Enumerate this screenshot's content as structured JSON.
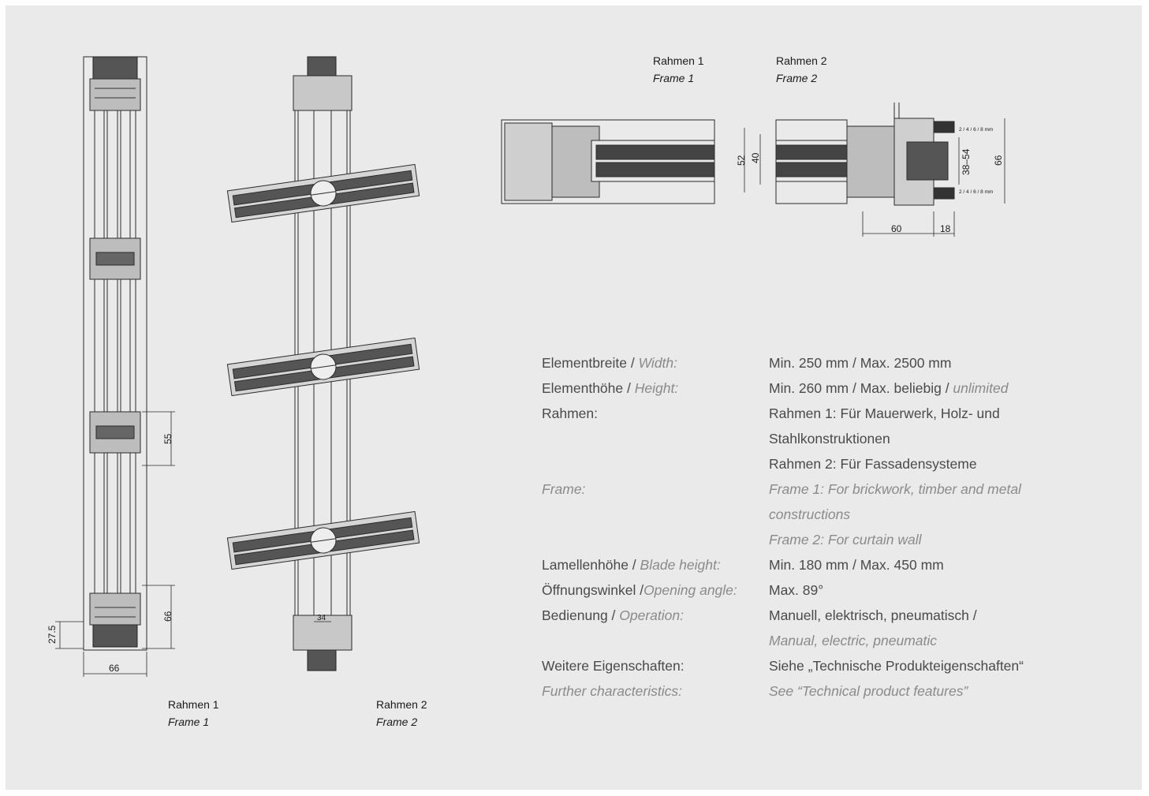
{
  "captions": {
    "left_frame1": {
      "de": "Rahmen 1",
      "en": "Frame 1"
    },
    "left_frame2": {
      "de": "Rahmen 2",
      "en": "Frame 2"
    },
    "top_frame1": {
      "de": "Rahmen 1",
      "en": "Frame 1"
    },
    "top_frame2": {
      "de": "Rahmen 2",
      "en": "Frame 2"
    }
  },
  "dimensions": {
    "vertical_55": "55",
    "vertical_66": "66",
    "vertical_27_5": "27.5",
    "horizontal_66": "66",
    "slat_34": "34",
    "h_52": "52",
    "h_40": "40",
    "h_38_54": "38–54",
    "h_66": "66",
    "h_60": "60",
    "h_18": "18",
    "gasket_top": "2 / 4 / 6 / 8 mm",
    "gasket_bottom": "2 / 4 / 6 / 8 mm"
  },
  "specs": {
    "width": {
      "label_de": "Elementbreite / ",
      "label_en": "Width:",
      "value": "Min. 250 mm / Max. 2500 mm"
    },
    "height": {
      "label_de": "Elementhöhe / ",
      "label_en": "Height:",
      "value": "Min. 260 mm / Max. beliebig / ",
      "value_en": "unlimited"
    },
    "frame_de": {
      "label": "Rahmen:",
      "line1": "Rahmen 1: Für Mauerwerk, Holz- und",
      "line2": "Stahlkonstruktionen",
      "line3": "Rahmen 2: Für Fassadensysteme"
    },
    "frame_en": {
      "label": "Frame:",
      "line1": "Frame 1: For brickwork, timber and metal",
      "line2": "constructions",
      "line3": "Frame 2: For curtain wall"
    },
    "blade": {
      "label_de": "Lamellenhöhe / ",
      "label_en": "Blade height:",
      "value": "Min. 180 mm / Max. 450 mm"
    },
    "angle": {
      "label_de": "Öffnungswinkel /",
      "label_en": "Opening angle:",
      "value": "Max. 89°"
    },
    "operation": {
      "label_de": "Bedienung / ",
      "label_en": "Operation:",
      "value_de": "Manuell, elektrisch, pneumatisch /",
      "value_en": "Manual, electric, pneumatic"
    },
    "further": {
      "label_de": "Weitere Eigenschaften:",
      "label_en": "Further characteristics:",
      "value_de": "Siehe „Technische Produkteigenschaften“",
      "value_en": "See “Technical product features”"
    }
  }
}
